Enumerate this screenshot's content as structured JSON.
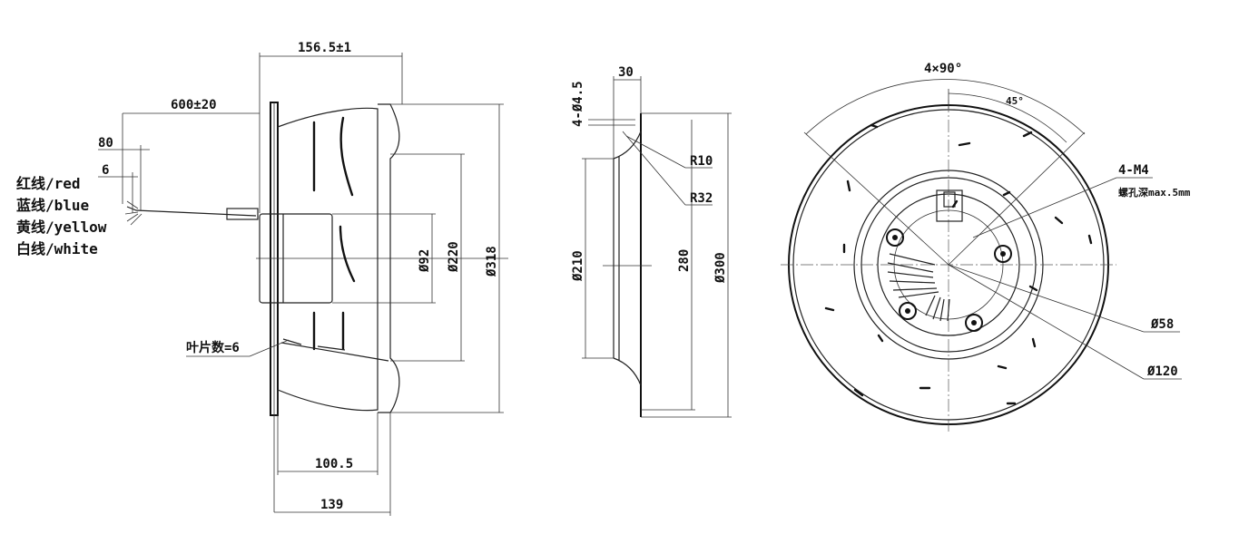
{
  "wires": [
    "红线/red",
    "蓝线/blue",
    "黄线/yellow",
    "白线/white"
  ],
  "side_view": {
    "overall_depth": "156.5±1",
    "cable_length": "600±20",
    "cable_strip_1": "80",
    "cable_strip_2": "6",
    "blade_count": "叶片数=6",
    "hub_diameter": "Ø92",
    "inlet_diameter": "Ø220",
    "impeller_diameter": "Ø318",
    "impeller_width": "100.5",
    "total_length": "139"
  },
  "ring_view": {
    "depth": "30",
    "holes": "4-Ø4.5",
    "radius_1": "R10",
    "radius_2": "R32",
    "inner_diameter": "Ø210",
    "hole_circle": "280",
    "outer_diameter": "Ø300"
  },
  "front_view": {
    "angle_spacing": "4×90°",
    "angle_offset": "45°",
    "thread": "4-M4",
    "thread_depth": "螺孔深max.5mm",
    "motor_diameter": "Ø58",
    "hub_diameter": "Ø120"
  }
}
